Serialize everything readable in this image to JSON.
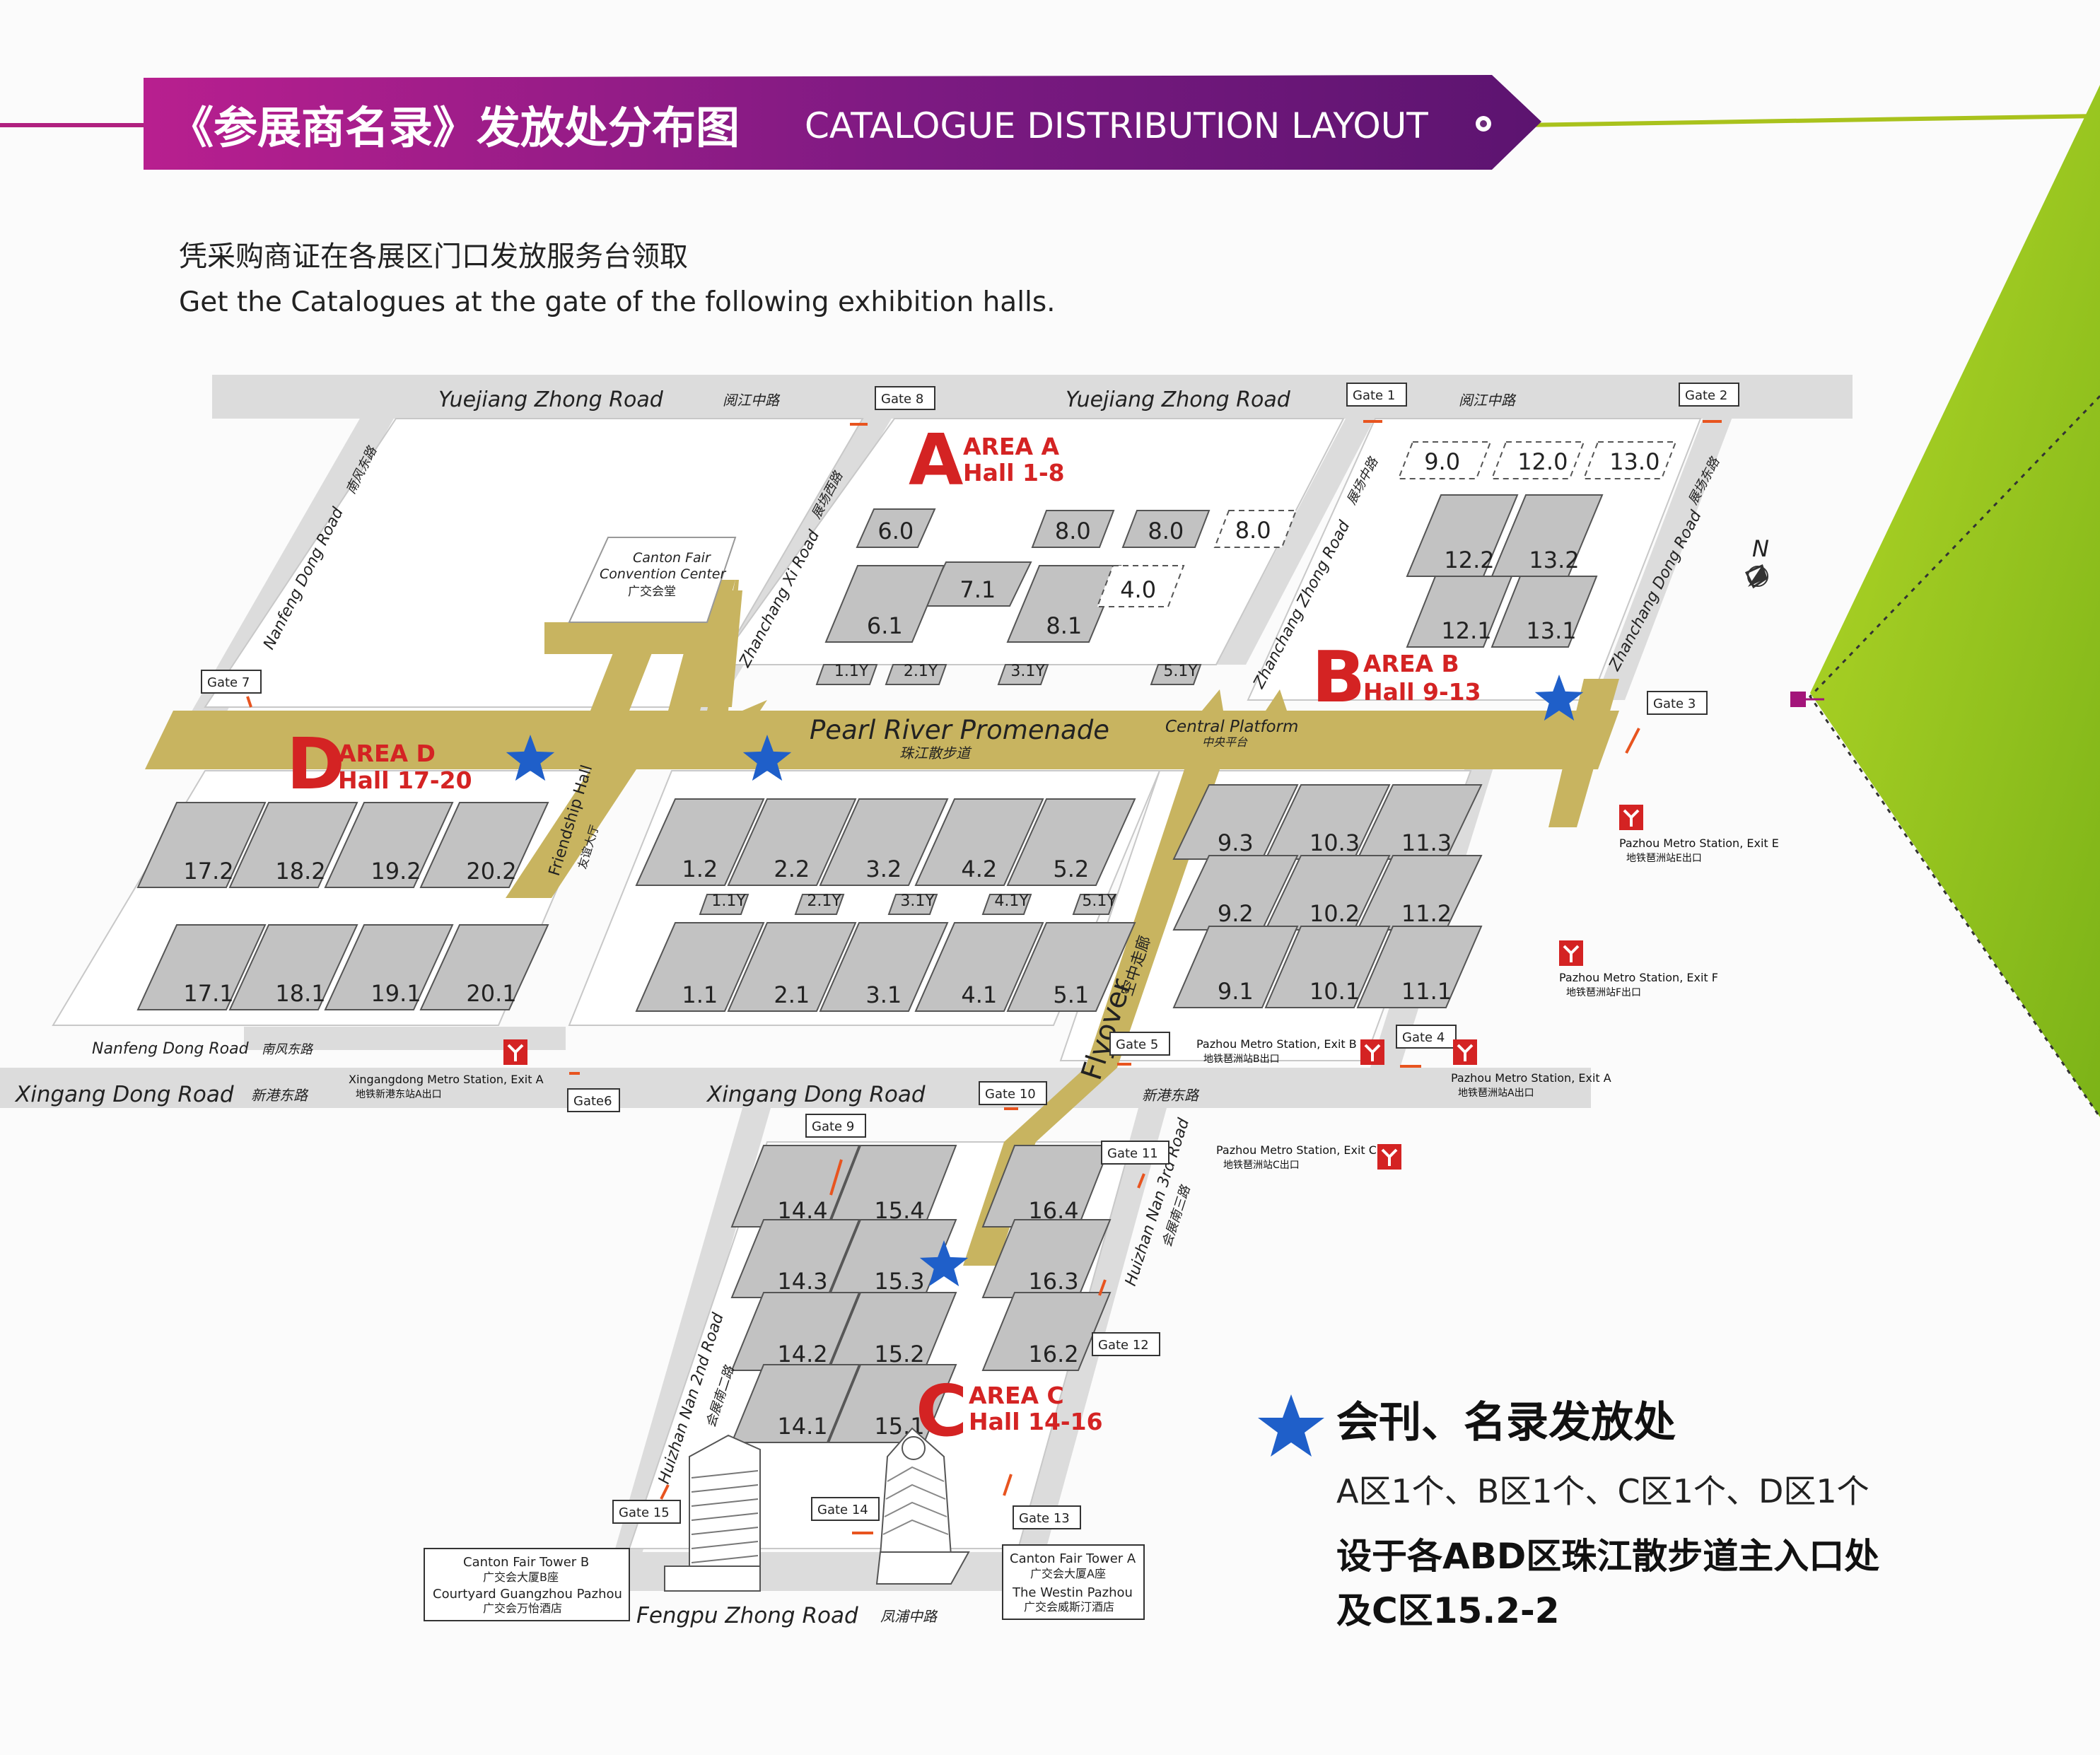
{
  "header": {
    "cn_title": "《参展商名录》发放处分布图",
    "en_title": "CATALOGUE DISTRIBUTION LAYOUT"
  },
  "intro": {
    "cn": "凭采购商证在各展区门口发放服务台领取",
    "en": "Get the Catalogues at the gate of the following exhibition halls."
  },
  "roads": {
    "yuejiang_en_1": "Yuejiang Zhong Road",
    "yuejiang_cn_1": "阅江中路",
    "yuejiang_en_2": "Yuejiang Zhong Road",
    "yuejiang_cn_2": "阅江中路",
    "xingang_en_1": "Xingang Dong Road",
    "xingang_cn_1": "新港东路",
    "xingang_en_2": "Xingang Dong Road",
    "xingang_cn_2": "新港东路",
    "nanfeng_en_h": "Nanfeng Dong Road",
    "nanfeng_cn_h": "南风东路",
    "nanfeng_en_v": "Nanfeng Dong Road",
    "nanfeng_cn_v": "南风东路",
    "zhanchangxi_en": "Zhanchang Xi Road",
    "zhanchangxi_cn": "展场西路",
    "zhanchangzhong_en": "Zhanchang Zhong Road",
    "zhanchangzhong_cn": "展场中路",
    "zhanchangdong_en": "Zhanchang Dong Road",
    "zhanchangdong_cn": "展场东路",
    "huizhan2_en": "Huizhan Nan 2nd Road",
    "huizhan2_cn": "会展南二路",
    "huizhan3_en": "Huizhan Nan 3rd Road",
    "huizhan3_cn": "会展南三路",
    "fengpu_en": "Fengpu Zhong Road",
    "fengpu_cn": "凤浦中路",
    "promenade_en": "Pearl River Promenade",
    "promenade_cn": "珠江散步道",
    "central_en": "Central Platform",
    "central_cn": "中央平台",
    "friendship_en": "Friendship Hall",
    "friendship_cn": "友谊大厅",
    "flyover_en": "Flyover",
    "flyover_cn": "空中走廊"
  },
  "convention": {
    "l1": "Canton Fair",
    "l2": "Convention Center",
    "l3": "广交会堂"
  },
  "areas": {
    "a": {
      "letter": "A",
      "name": "AREA A",
      "halls": "Hall 1-8"
    },
    "b": {
      "letter": "B",
      "name": "AREA B",
      "halls": "Hall 9-13"
    },
    "c": {
      "letter": "C",
      "name": "AREA C",
      "halls": "Hall 14-16"
    },
    "d": {
      "letter": "D",
      "name": "AREA D",
      "halls": "Hall 17-20"
    }
  },
  "halls": {
    "h6_0": "6.0",
    "h7_1": "7.1",
    "h6_1": "6.1",
    "h8_1": "8.1",
    "h8_0a": "8.0",
    "h8_0b": "8.0",
    "h8_0c": "8.0",
    "h4_0": "4.0",
    "h9_0": "9.0",
    "h12_0": "12.0",
    "h13_0": "13.0",
    "h12_2": "12.2",
    "h13_2": "13.2",
    "h12_1": "12.1",
    "h13_1": "13.1",
    "y1_1a": "1.1Y",
    "y2_1a": "2.1Y",
    "y3_1a": "3.1Y",
    "y5_1a": "5.1Y",
    "h17_2": "17.2",
    "h18_2": "18.2",
    "h19_2": "19.2",
    "h20_2": "20.2",
    "h17_1": "17.1",
    "h18_1": "18.1",
    "h19_1": "19.1",
    "h20_1": "20.1",
    "h1_2": "1.2",
    "h2_2": "2.2",
    "h3_2": "3.2",
    "h4_2": "4.2",
    "h5_2": "5.2",
    "y1_1b": "1.1Y",
    "y2_1b": "2.1Y",
    "y3_1b": "3.1Y",
    "y4_1b": "4.1Y",
    "y5_1b": "5.1Y",
    "h1_1": "1.1",
    "h2_1": "2.1",
    "h3_1": "3.1",
    "h4_1": "4.1",
    "h5_1": "5.1",
    "h9_3": "9.3",
    "h10_3": "10.3",
    "h11_3": "11.3",
    "h9_2": "9.2",
    "h10_2": "10.2",
    "h11_2": "11.2",
    "h9_1": "9.1",
    "h10_1": "10.1",
    "h11_1": "11.1",
    "h14_4": "14.4",
    "h15_4": "15.4",
    "h16_4": "16.4",
    "h14_3": "14.3",
    "h15_3": "15.3",
    "h16_3": "16.3",
    "h14_2": "14.2",
    "h15_2": "15.2",
    "h16_2": "16.2",
    "h14_1": "14.1",
    "h15_1": "15.1"
  },
  "gates": {
    "g1": "Gate 1",
    "g2": "Gate 2",
    "g3": "Gate 3",
    "g4": "Gate 4",
    "g5": "Gate 5",
    "g6": "Gate6",
    "g7": "Gate 7",
    "g8": "Gate 8",
    "g9": "Gate 9",
    "g10": "Gate 10",
    "g11": "Gate 11",
    "g12": "Gate 12",
    "g13": "Gate 13",
    "g14": "Gate 14",
    "g15": "Gate 15"
  },
  "metro": {
    "e_en": "Pazhou Metro Station, Exit E",
    "e_cn": "地铁琶洲站E出口",
    "f_en": "Pazhou Metro Station, Exit F",
    "f_cn": "地铁琶洲站F出口",
    "b_en": "Pazhou Metro Station, Exit B",
    "b_cn": "地铁琶洲站B出口",
    "a_en": "Pazhou Metro Station, Exit A",
    "a_cn": "地铁琶洲站A出口",
    "c_en": "Pazhou Metro Station, Exit C",
    "c_cn": "地铁琶洲站C出口",
    "xa_en": "Xingangdong Metro Station, Exit A",
    "xa_cn": "地铁新港东站A出口"
  },
  "towers": {
    "b_l1": "Canton Fair Tower B",
    "b_l2": "广交会大厦B座",
    "b_l3": "Courtyard Guangzhou Pazhou",
    "b_l4": "广交会万怡酒店",
    "a_l1": "Canton Fair Tower A",
    "a_l2": "广交会大厦A座",
    "a_l3": "The Westin Pazhou",
    "a_l4": "广交会威斯汀酒店"
  },
  "compass": {
    "n": "N"
  },
  "legend": {
    "title": "会刊、名录发放处",
    "counts": "A区1个、B区1个、C区1个、D区1个",
    "note1": "设于各ABD区珠江散步道主入口处",
    "note2": "及C区15.2-2"
  },
  "colors": {
    "purple": "#8a1a86",
    "green": "#9bcc1b",
    "promenade": "#c8b460",
    "hall": "#c2c2c2",
    "star": "#1f5fc9",
    "red": "#d42323"
  }
}
